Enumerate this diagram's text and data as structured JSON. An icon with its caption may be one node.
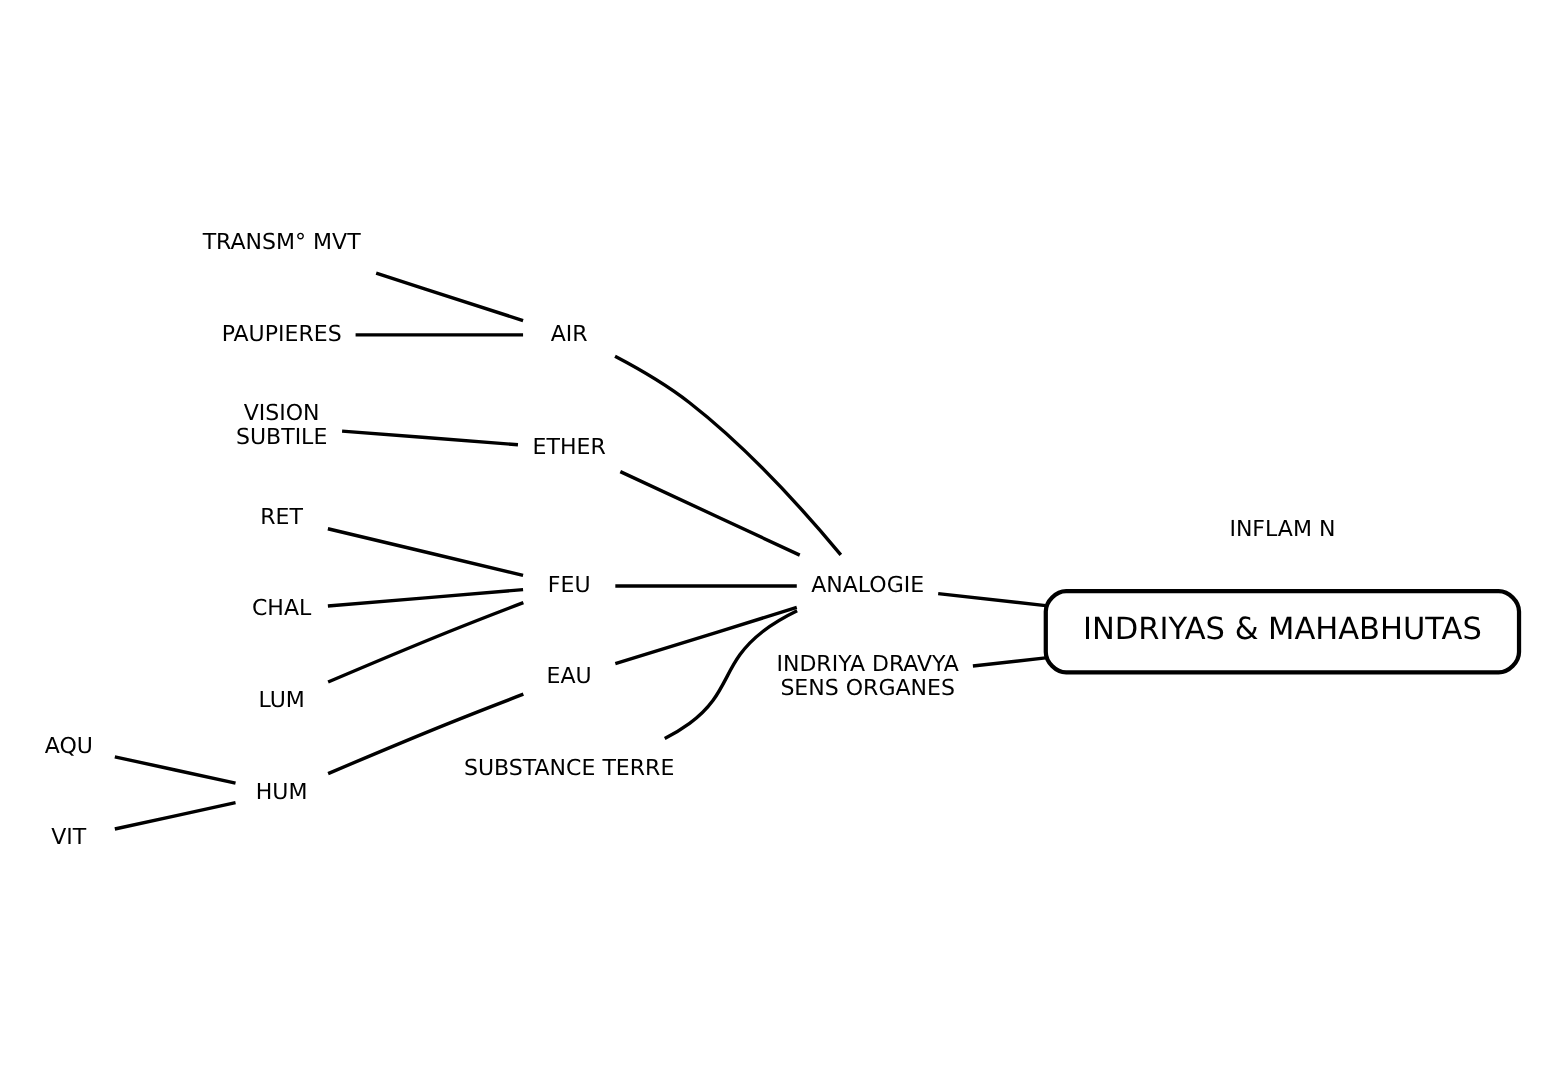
{
  "diagram": {
    "nodes": [
      {
        "text": [
          "INDRIYAS & MAHABHUTAS"
        ]
      },
      {
        "text": [
          "ANALOGIE"
        ]
      },
      {
        "text": [
          "INDRIYA DRAVYA",
          "SENS ORGANES"
        ]
      },
      {
        "text": [
          "AIR"
        ]
      },
      {
        "text": [
          "ETHER"
        ]
      },
      {
        "text": [
          "FEU"
        ]
      },
      {
        "text": [
          "EAU"
        ]
      },
      {
        "text": [
          "SUBSTANCE TERRE"
        ]
      },
      {
        "text": [
          "TRANSM° MVT"
        ]
      },
      {
        "text": [
          "PAUPIERES"
        ]
      },
      {
        "text": [
          "VISION",
          "SUBTILE"
        ]
      },
      {
        "text": [
          "RET"
        ]
      },
      {
        "text": [
          "CHAL"
        ]
      },
      {
        "text": [
          "LUM"
        ]
      },
      {
        "text": [
          "HUM"
        ]
      },
      {
        "text": [
          "AQU"
        ]
      },
      {
        "text": [
          "VIT"
        ]
      }
    ],
    "edges": [
      {
        "from": 0,
        "to": 1,
        "arrow": "none"
      },
      {
        "from": 0,
        "to": 2,
        "arrow": "none"
      },
      {
        "from": 1,
        "to": 3,
        "arrow": "none"
      },
      {
        "from": 1,
        "to": 4,
        "arrow": "none"
      },
      {
        "from": 1,
        "to": 5,
        "arrow": "none"
      },
      {
        "from": 1,
        "to": 6,
        "arrow": "none"
      },
      {
        "from": 1,
        "to": 7,
        "arrow": "none"
      },
      {
        "from": 3,
        "to": 8,
        "arrow": "none"
      },
      {
        "from": 3,
        "to": 9,
        "arrow": "none"
      },
      {
        "from": 4,
        "to": 10,
        "arrow": "none"
      },
      {
        "from": 5,
        "to": 11,
        "arrow": "none"
      },
      {
        "from": 5,
        "to": 12,
        "arrow": "none"
      },
      {
        "from": 5,
        "to": 13,
        "arrow": "none"
      },
      {
        "from": 6,
        "to": 14,
        "arrow": "none"
      },
      {
        "from": 14,
        "to": 15,
        "arrow": "none"
      },
      {
        "from": 14,
        "to": 16,
        "arrow": "none"
      }
    ],
    "labels": [
      "INFLAM N"
    ]
  }
}
